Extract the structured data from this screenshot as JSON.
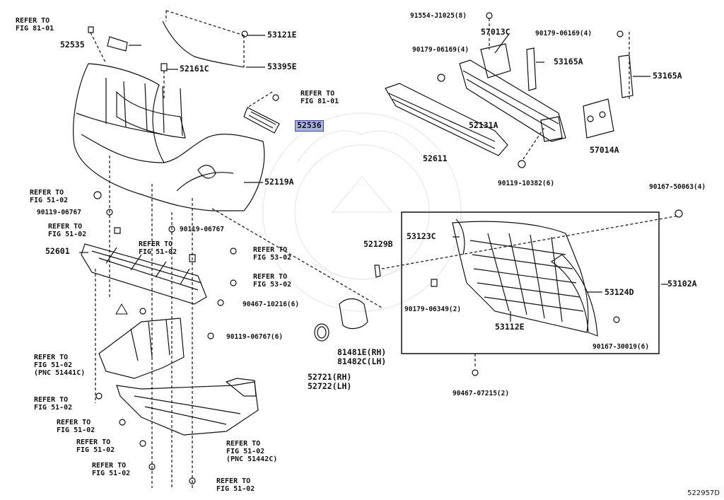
{
  "parts": {
    "p52535": "52535",
    "p53121E": "53121E",
    "p52161C": "52161C",
    "p53395E": "53395E",
    "p52536": "52536",
    "p52119A": "52119A",
    "p90119_06767a": "90119-06767",
    "p90119_06767b": "90119-06767",
    "p52601": "52601",
    "p90467_10216": "90467-10216(6)",
    "p90119_06767c": "90119-06767(6)",
    "p91554": "91554-J1025(8)",
    "p57013C": "57013C",
    "p90179_06169a": "90179-06169(4)",
    "p90179_06169b": "90179-06169(4)",
    "p53165A_a": "53165A",
    "p53165A_b": "53165A",
    "p52131A": "52131A",
    "p57014A": "57014A",
    "p52611": "52611",
    "p90119_10382": "90119-10382(6)",
    "p90167_50063": "90167-50063(4)",
    "p52129B": "52129B",
    "p53123C": "53123C",
    "p53102A": "53102A",
    "p53124D": "53124D",
    "p90179_06349": "90179-06349(2)",
    "p53112E": "53112E",
    "p90167_30019": "90167-30019(6)",
    "p81481E": "81481E(RH)",
    "p81482C": "81482C(LH)",
    "p52721": "52721(RH)",
    "p52722": "52722(LH)",
    "p90467_07215": "90467-07215(2)"
  },
  "refs": {
    "r81_01a_1": "REFER TO",
    "r81_01a_2": "FIG 81-01",
    "r81_01b_1": "REFER TO",
    "r81_01b_2": "FIG 81-01",
    "r51_02a_1": "REFER TO",
    "r51_02a_2": "FIG 51-02",
    "r51_02b_1": "REFER TO",
    "r51_02b_2": "FIG 51-02",
    "r51_02c_1": "REFER TO",
    "r51_02c_2": "FIG 51-02",
    "r53_02a_1": "REFER TO",
    "r53_02a_2": "FIG 53-02",
    "r53_02b_1": "REFER TO",
    "r53_02b_2": "FIG 53-02",
    "r51_02d_1": "REFER TO",
    "r51_02d_2": "FIG 51-02",
    "r51_02d_3": "(PNC 51441C)",
    "r51_02e_1": "REFER TO",
    "r51_02e_2": "FIG 51-02",
    "r51_02f_1": "REFER TO",
    "r51_02f_2": "FIG 51-02",
    "r51_02g_1": "REFER TO",
    "r51_02g_2": "FIG 51-02",
    "r51_02h_1": "REFER TO",
    "r51_02h_2": "FIG 51-02",
    "r51_02i_1": "REFER TO",
    "r51_02i_2": "FIG 51-02",
    "r51_02i_3": "(PNC 51442C)",
    "r51_02j_1": "REFER TO",
    "r51_02j_2": "FIG 51-02"
  },
  "diagram_id": "522957D",
  "colors": {
    "highlight": "#aab3e6",
    "ink": "#111111"
  }
}
